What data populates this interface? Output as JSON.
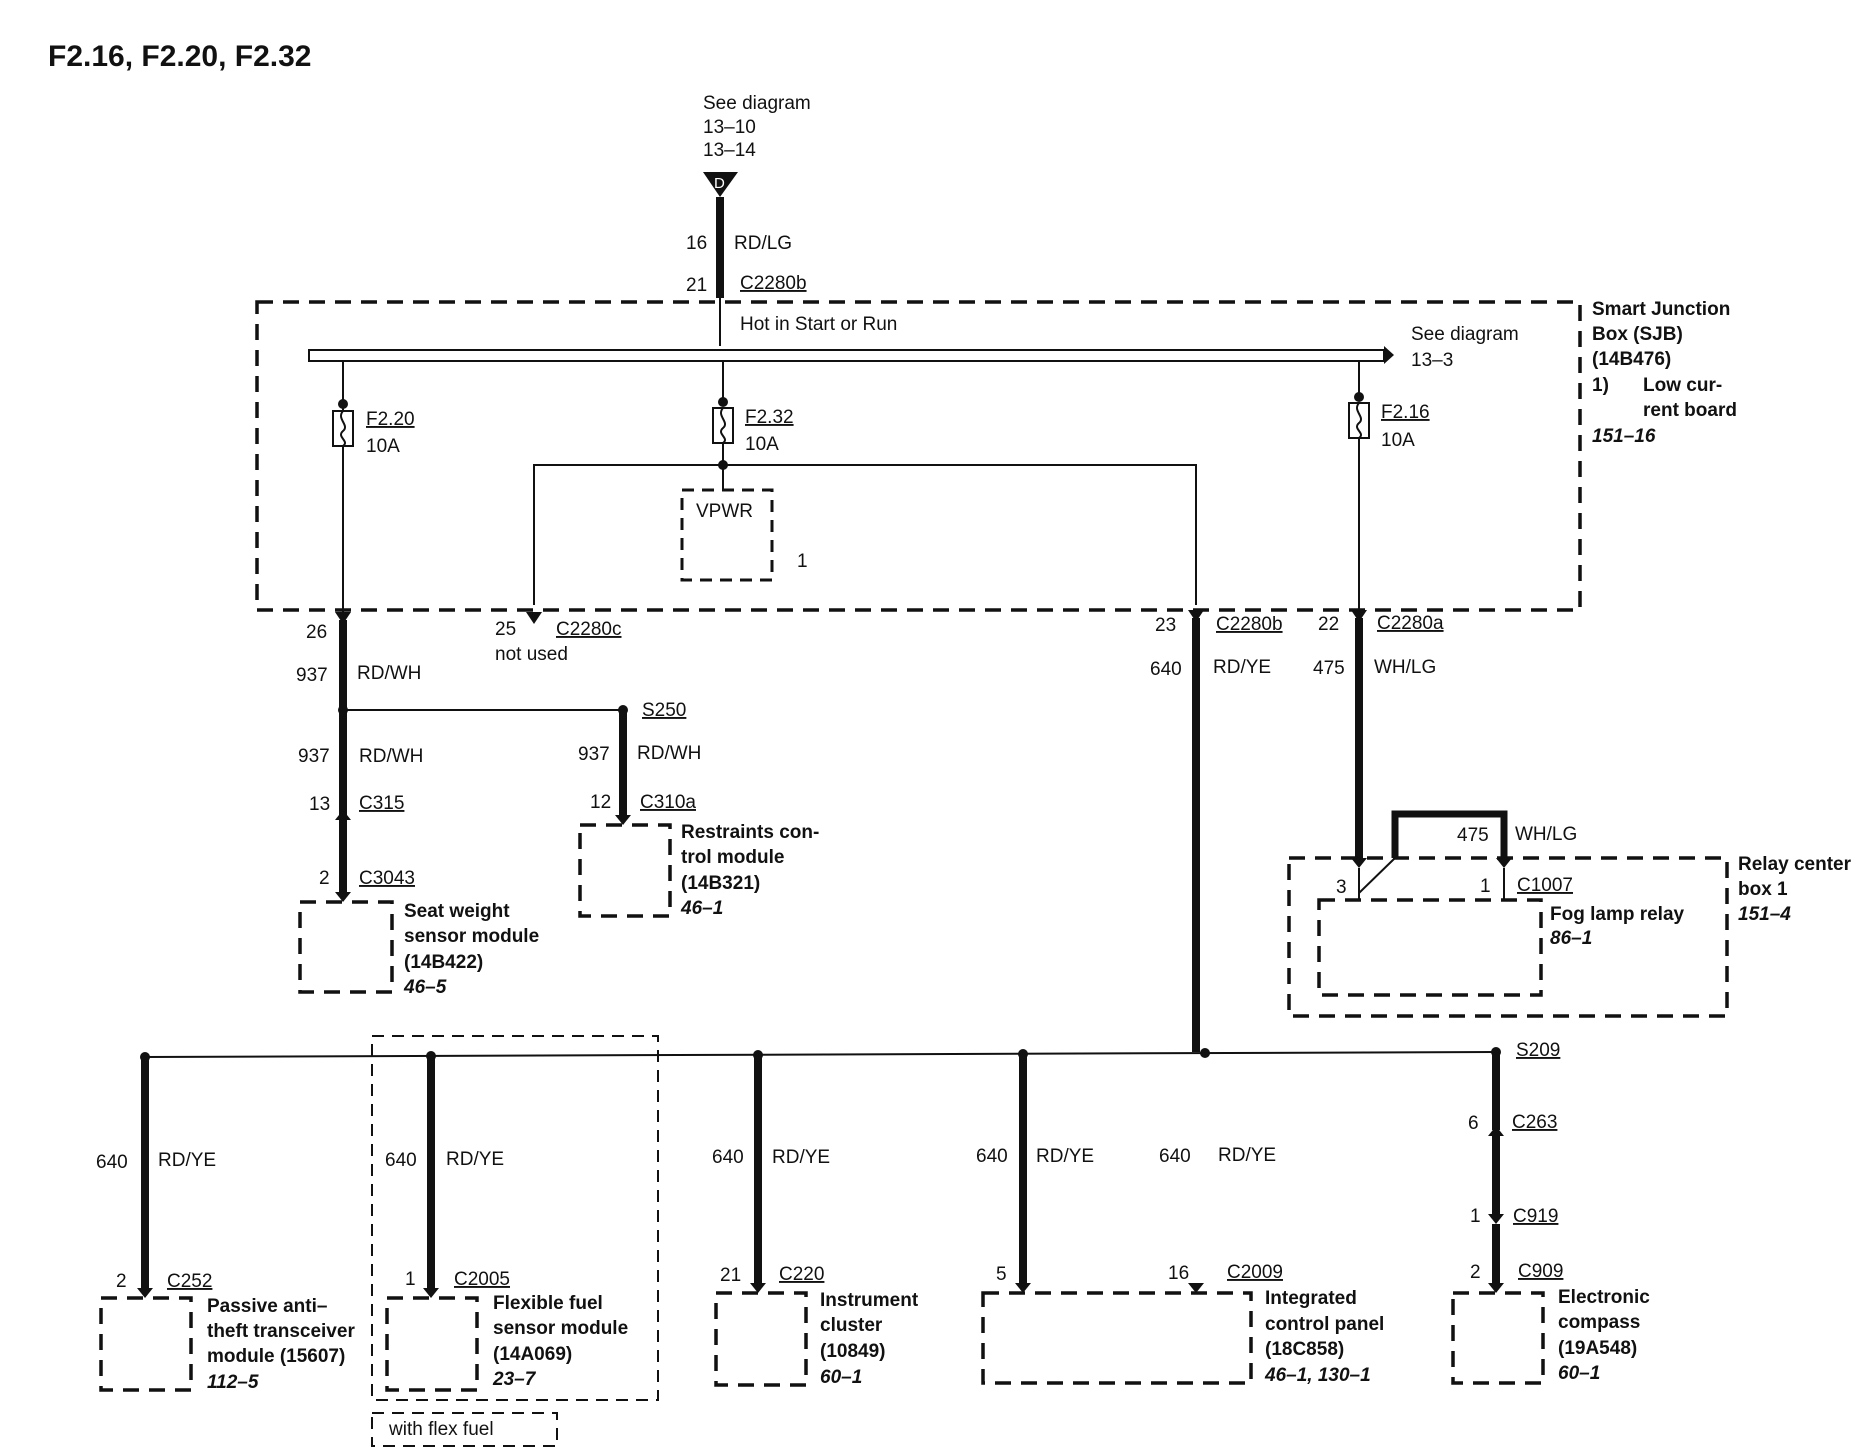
{
  "title": "F2.16, F2.20, F2.32",
  "top_ref": {
    "see": "See diagram",
    "ref1": "13–10",
    "ref2": "13–14",
    "letter": "D"
  },
  "feed": {
    "circuit": "16",
    "color": "RD/LG",
    "pin": "21",
    "connector": "C2280b",
    "note": "Hot in Start or Run"
  },
  "sjb": {
    "name1": "Smart Junction",
    "name2": "Box (SJB)",
    "part": "(14B476)",
    "fn_num": "1)",
    "fn1": "Low cur-",
    "fn2": "rent board",
    "ref": "151–16",
    "see": "See diagram",
    "see_ref": "13–3"
  },
  "fuses": [
    {
      "name": "F2.20",
      "amps": "10A"
    },
    {
      "name": "F2.32",
      "amps": "10A"
    },
    {
      "name": "F2.16",
      "amps": "10A"
    }
  ],
  "vpwr": {
    "label": "VPWR",
    "note": "1"
  },
  "c2280c": {
    "pin26": "26",
    "pin25": "25",
    "connector": "C2280c",
    "not_used": "not used"
  },
  "left_branch": {
    "circuit": "937",
    "color": "RD/WH",
    "c315_pin": "13",
    "c315": "C315",
    "c3043_pin": "2",
    "c3043": "C3043",
    "seat1": "Seat weight",
    "seat2": "sensor module",
    "seat3": "(14B422)",
    "seat_ref": "46–5",
    "s250": "S250",
    "c310a_pin": "12",
    "c310a": "C310a",
    "rcm1": "Restraints con-",
    "rcm2": "trol module",
    "rcm3": "(14B321)",
    "rcm_ref": "46–1"
  },
  "mid_branch": {
    "pin": "23",
    "connector": "C2280b",
    "circuit": "640",
    "color": "RD/YE"
  },
  "right_branch": {
    "pin": "22",
    "connector": "C2280a",
    "circuit": "475",
    "color": "WH/LG",
    "relay_pin3": "3",
    "relay_pin1": "1",
    "c1007": "C1007",
    "relay": "Fog lamp relay",
    "relay_ref": "86–1",
    "rcb1": "Relay center",
    "rcb2": "box 1",
    "rcb_ref": "151–4"
  },
  "bottom": {
    "s209": "S209",
    "passive": {
      "circuit": "640",
      "color": "RD/YE",
      "pin": "2",
      "conn": "C252",
      "l1": "Passive anti–",
      "l2": "theft transceiver",
      "l3": "module (15607)",
      "ref": "112–5"
    },
    "flex": {
      "circuit": "640",
      "color": "RD/YE",
      "pin": "1",
      "conn": "C2005",
      "l1": "Flexible fuel",
      "l2": "sensor module",
      "l3": "(14A069)",
      "ref": "23–7",
      "note": "with flex fuel"
    },
    "cluster": {
      "circuit": "640",
      "color": "RD/YE",
      "pin": "21",
      "conn": "C220",
      "l1": "Instrument",
      "l2": "cluster",
      "l3": "(10849)",
      "ref": "60–1"
    },
    "icp": {
      "circuit_a": "640",
      "color_a": "RD/YE",
      "circuit_b": "640",
      "color_b": "RD/YE",
      "pin_a": "5",
      "pin_b": "16",
      "conn": "C2009",
      "l1": "Integrated",
      "l2": "control panel",
      "l3": "(18C858)",
      "ref": "46–1, 130–1"
    },
    "compass": {
      "pin_c263": "6",
      "c263": "C263",
      "pin_c919": "1",
      "c919": "C919",
      "pin": "2",
      "conn": "C909",
      "l1": "Electronic",
      "l2": "compass",
      "l3": "(19A548)",
      "ref": "60–1"
    }
  }
}
